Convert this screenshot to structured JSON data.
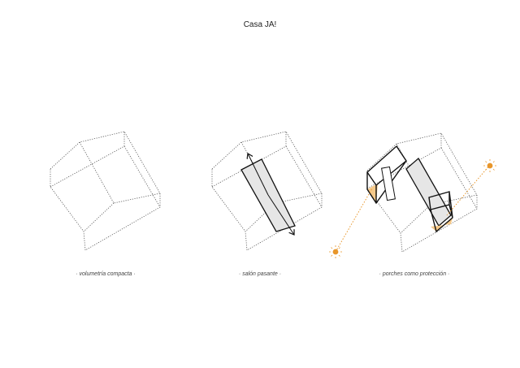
{
  "title": "Casa JA!",
  "captions": [
    "· volumetría compacta ·",
    "· salón pasante ·",
    "· porches como protección ·"
  ],
  "colors": {
    "sun": "#e8962a",
    "highlight": "#e6e6e6",
    "porch_fill": "#f5c98a"
  }
}
